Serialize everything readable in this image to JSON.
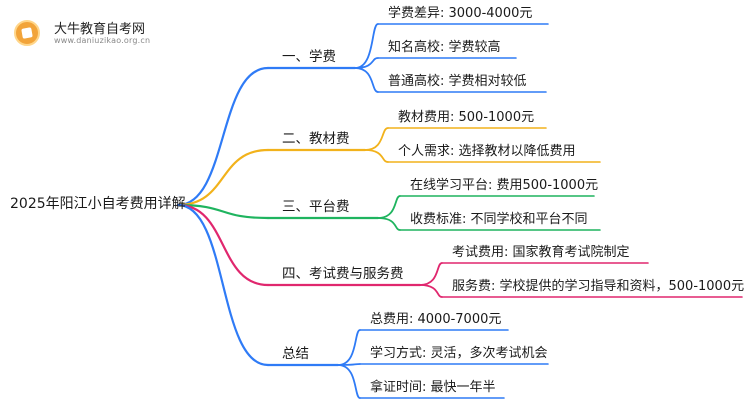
{
  "logo": {
    "name": "大牛教育自考网",
    "url": "www.daniuzikao.org.cn",
    "icon": "book-badge-icon",
    "color": "#f2a43a"
  },
  "root": {
    "label": "2025年阳江小自考费用详解"
  },
  "branches": [
    {
      "label": "一、学费",
      "color": "#2f7bf6",
      "leaves": [
        "学费差异: 3000-4000元",
        "知名高校: 学费较高",
        "普通高校: 学费相对较低"
      ]
    },
    {
      "label": "二、教材费",
      "color": "#f2b21b",
      "leaves": [
        "教材费用: 500-1000元",
        "个人需求: 选择教材以降低费用"
      ]
    },
    {
      "label": "三、平台费",
      "color": "#1fb45f",
      "leaves": [
        "在线学习平台: 费用500-1000元",
        "收费标准: 不同学校和平台不同"
      ]
    },
    {
      "label": "四、考试费与服务费",
      "color": "#e0276e",
      "leaves": [
        "考试费用: 国家教育考试院制定",
        "服务费: 学校提供的学习指导和资料，500-1000元"
      ]
    },
    {
      "label": "总结",
      "color": "#2f7bf6",
      "leaves": [
        "总费用: 4000-7000元",
        "学习方式: 灵活，多次考试机会",
        "拿证时间: 最快一年半"
      ]
    }
  ]
}
